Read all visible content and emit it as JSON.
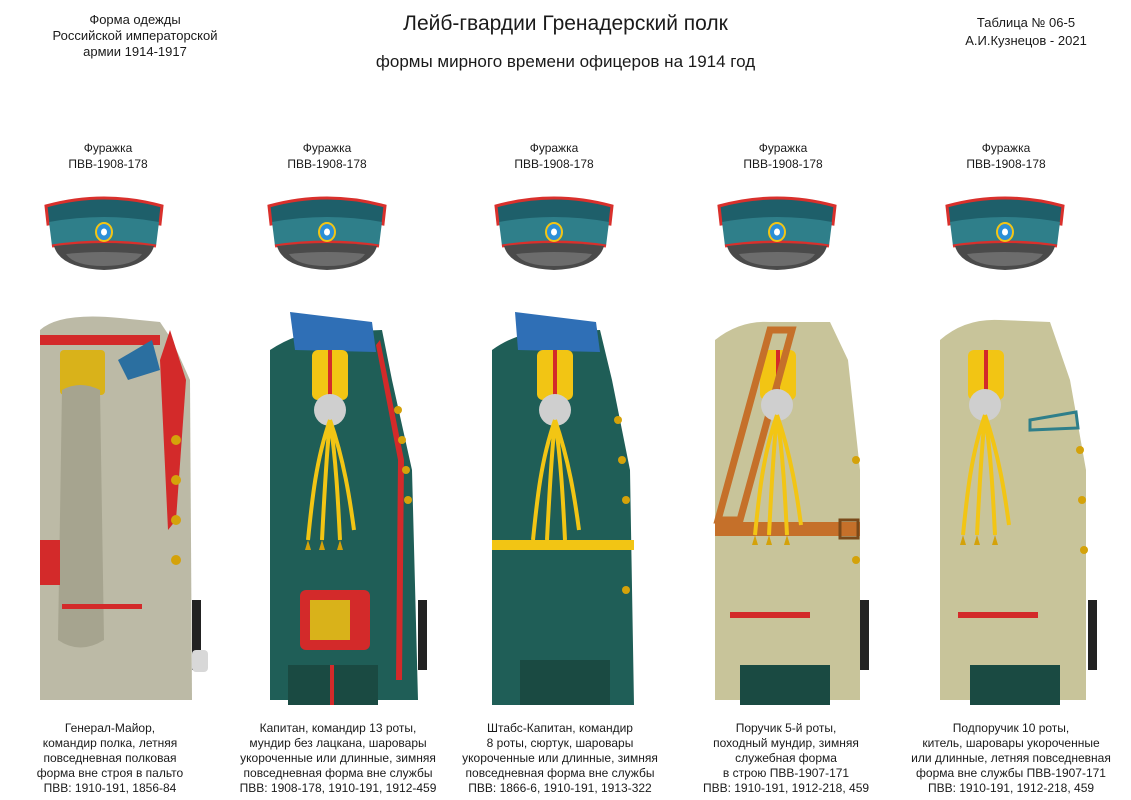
{
  "header": {
    "left_lines": [
      "Форма одежды",
      "Российской императорской",
      "армии  1914-1917"
    ],
    "title": "Лейб-гвардии Гренадерский полк",
    "subtitle": "формы мирного времени офицеров на 1914 год",
    "right_lines": [
      "Таблица № 06-5",
      "А.И.Кузнецов - 2021"
    ]
  },
  "colors": {
    "cap_band": "#2f7f8a",
    "cap_top": "#1e5f6a",
    "cap_piping": "#d9302c",
    "cap_visor": "#4a4a4a",
    "cockade": "#2b8fd6",
    "tunic_green": "#1f5e57",
    "khaki": "#c8c49a",
    "grey_coat": "#bcbaa6",
    "red": "#d32a2a",
    "gold": "#f2c514",
    "collar_blue": "#2f6fb6"
  },
  "figures": [
    {
      "cap_label": "Фуражка",
      "cap_code": "ПВВ-1908-178",
      "desc_lines": [
        "Генерал-Майор,",
        "командир полка, летняя",
        "повседневная полковая",
        "форма вне строя в пальто",
        "ПВВ: 1910-191, 1856-84"
      ]
    },
    {
      "cap_label": "Фуражка",
      "cap_code": "ПВВ-1908-178",
      "desc_lines": [
        "Капитан, командир 13 роты,",
        "мундир без лацкана, шаровары",
        "укороченные или длинные, зимняя",
        "повседневная форма вне службы",
        "ПВВ: 1908-178, 1910-191, 1912-459"
      ]
    },
    {
      "cap_label": "Фуражка",
      "cap_code": "ПВВ-1908-178",
      "desc_lines": [
        "Штабс-Капитан, командир",
        "8 роты, сюртук, шаровары",
        "укороченные или длинные, зимняя",
        "повседневная форма вне службы",
        "ПВВ: 1866-6, 1910-191, 1913-322"
      ]
    },
    {
      "cap_label": "Фуражка",
      "cap_code": "ПВВ-1908-178",
      "desc_lines": [
        "Поручик 5-й роты,",
        "походный мундир, зимняя",
        "служебная форма",
        "в строю ПВВ-1907-171",
        "ПВВ: 1910-191, 1912-218, 459"
      ]
    },
    {
      "cap_label": "Фуражка",
      "cap_code": "ПВВ-1908-178",
      "desc_lines": [
        "Подпоручик 10 роты,",
        "китель, шаровары укороченные",
        "или длинные, летняя повседневная",
        "форма вне службы ПВВ-1907-171",
        "ПВВ: 1910-191, 1912-218, 459"
      ]
    }
  ]
}
